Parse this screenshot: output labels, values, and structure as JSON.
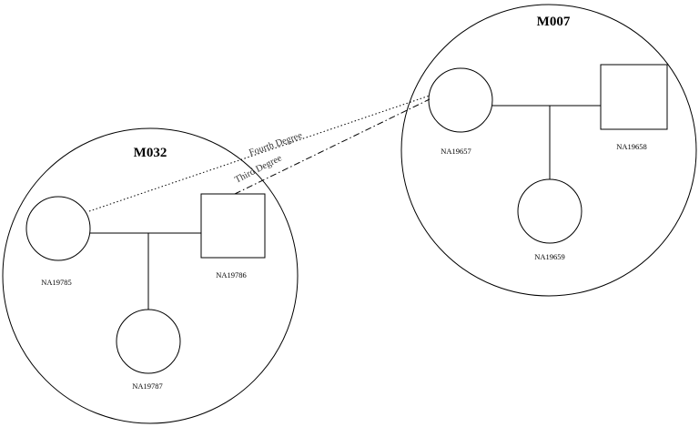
{
  "families": [
    {
      "title": "M032",
      "members": {
        "mother": "NA19785",
        "father": "NA19786",
        "child": "NA19787"
      }
    },
    {
      "title": "M007",
      "members": {
        "mother": "NA19657",
        "father": "NA19658",
        "child": "NA19659"
      }
    }
  ],
  "relationships": [
    {
      "label": "Fourth Degree",
      "style": "dotted"
    },
    {
      "label": "Third Degree",
      "style": "dash-dot"
    }
  ],
  "colors": {
    "stroke": "#000000",
    "background": "#ffffff"
  }
}
